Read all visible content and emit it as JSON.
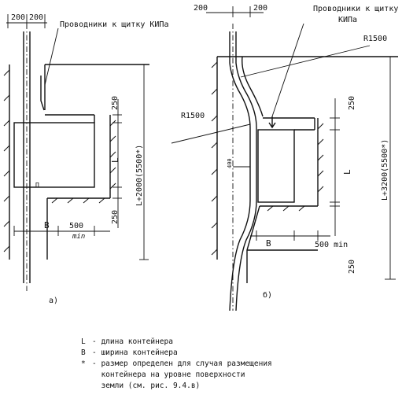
{
  "diagram": {
    "a": {
      "caption": "а)",
      "dim_top_left": "200",
      "dim_top_right": "200",
      "label_conductors": "Проводники к щитку КИПа",
      "dim_250_top": "250",
      "dim_250_bottom": "250",
      "dim_L": "L",
      "dim_height": "L+2000(5500*)",
      "dim_B": "B",
      "dim_500": "500",
      "dim_min": "min",
      "pipe_mark": "П"
    },
    "b": {
      "caption": "б)",
      "dim_top_left": "200",
      "dim_top_right": "200",
      "label_conductors_line1": "Проводники к щитку",
      "label_conductors_line2": "КИПа",
      "radius_top": "R1500",
      "radius_left": "R1500",
      "dim_400": "400",
      "dim_250_top": "250",
      "dim_250_bottom": "250",
      "dim_L": "L",
      "dim_height": "L+3200(5500*)",
      "dim_B": "B",
      "dim_500min": "500 min"
    }
  },
  "legend": [
    {
      "symbol": "L",
      "text": "- длина контейнера"
    },
    {
      "symbol": "B",
      "text": "- ширина контейнера"
    },
    {
      "symbol": "*",
      "text": "- размер определен для случая размещения"
    },
    {
      "symbol": "",
      "text": "контейнера на уровне поверхности"
    },
    {
      "symbol": "",
      "text": "земли (см. рис. 9.4.в)"
    }
  ]
}
